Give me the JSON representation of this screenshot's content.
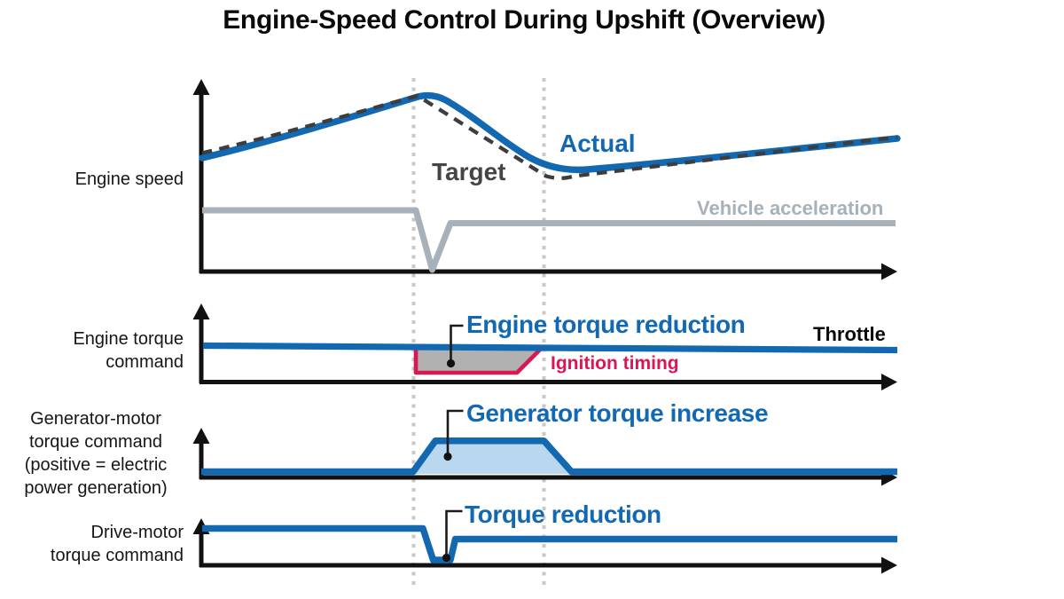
{
  "title": "Engine-Speed Control During Upshift (Overview)",
  "colors": {
    "line_blue": "#1369b1",
    "light_blue_fill": "#b9d7ee",
    "crimson": "#d81753",
    "target_dash_gray": "#3d3d3d",
    "reduction_fill_gray": "#b1b1b1",
    "vehicle_accel_gray": "#a6b1b9",
    "phase_dotted_gray": "#c8c8c8",
    "axis_black": "#111111"
  },
  "panels": [
    {
      "name": "engine-speed",
      "ylabel": "Engine speed",
      "annotations": {
        "target": "Target",
        "actual": "Actual",
        "vehicle_acceleration": "Vehicle acceleration"
      }
    },
    {
      "name": "engine-torque-command",
      "ylabel": "Engine torque\ncommand",
      "annotations": {
        "reduction": "Engine torque reduction",
        "throttle": "Throttle",
        "ignition": "Ignition timing"
      }
    },
    {
      "name": "generator-motor-torque-command",
      "ylabel": "Generator-motor\ntorque command\n(positive = electric\npower generation)",
      "annotations": {
        "increase": "Generator torque increase"
      }
    },
    {
      "name": "drive-motor-torque-command",
      "ylabel": "Drive-motor\ntorque command",
      "annotations": {
        "reduction": "Torque reduction"
      }
    }
  ],
  "chart_data": [
    {
      "type": "line",
      "title": "Engine speed",
      "xlabel": "time (unitless, 0 = y-axis, 1 = arrow tip)",
      "ylabel": "% of panel height",
      "phase_lines_x": [
        0.305,
        0.494
      ],
      "series": [
        {
          "name": "Actual",
          "style": "solid-blue",
          "points": [
            [
              0,
              59
            ],
            [
              0.33,
              92
            ],
            [
              0.43,
              74
            ],
            [
              0.55,
              53
            ],
            [
              1,
              69
            ]
          ]
        },
        {
          "name": "Target",
          "style": "dashed-dark-gray",
          "points": [
            [
              0,
              62
            ],
            [
              0.31,
              92
            ],
            [
              0.5,
              49
            ],
            [
              1,
              70
            ]
          ]
        },
        {
          "name": "Vehicle acceleration",
          "style": "solid-gray",
          "points": [
            [
              0,
              32
            ],
            [
              0.305,
              32
            ],
            [
              0.332,
              1
            ],
            [
              0.36,
              25
            ],
            [
              1,
              25
            ]
          ]
        }
      ]
    },
    {
      "type": "line",
      "title": "Engine torque command",
      "phase_lines_x": [
        0.305,
        0.494
      ],
      "series": [
        {
          "name": "Throttle",
          "style": "solid-blue",
          "points": [
            [
              0,
              47
            ],
            [
              1,
              41
            ]
          ]
        },
        {
          "name": "Ignition timing reduction (gray filled notch, crimson outline)",
          "style": "crimson-outline",
          "points": [
            [
              0.306,
              46
            ],
            [
              0.306,
              12
            ],
            [
              0.455,
              12
            ],
            [
              0.49,
              46
            ]
          ]
        }
      ]
    },
    {
      "type": "line",
      "title": "Generator-motor torque command (positive = electric power generation)",
      "phase_lines_x": [
        0.305,
        0.494
      ],
      "series": [
        {
          "name": "Generator torque (increase trapezoid, light-blue filled)",
          "style": "solid-blue",
          "points": [
            [
              0,
              12
            ],
            [
              0.305,
              12
            ],
            [
              0.338,
              73
            ],
            [
              0.494,
              73
            ],
            [
              0.533,
              12
            ],
            [
              1,
              12
            ]
          ]
        }
      ]
    },
    {
      "type": "line",
      "title": "Drive-motor torque command",
      "phase_lines_x": [
        0.305,
        0.494
      ],
      "series": [
        {
          "name": "Drive-motor torque (brief reduction dip)",
          "style": "solid-blue",
          "points": [
            [
              0,
              78
            ],
            [
              0.318,
              78
            ],
            [
              0.334,
              11
            ],
            [
              0.359,
              11
            ],
            [
              0.366,
              56
            ],
            [
              1,
              56
            ]
          ]
        }
      ]
    }
  ]
}
